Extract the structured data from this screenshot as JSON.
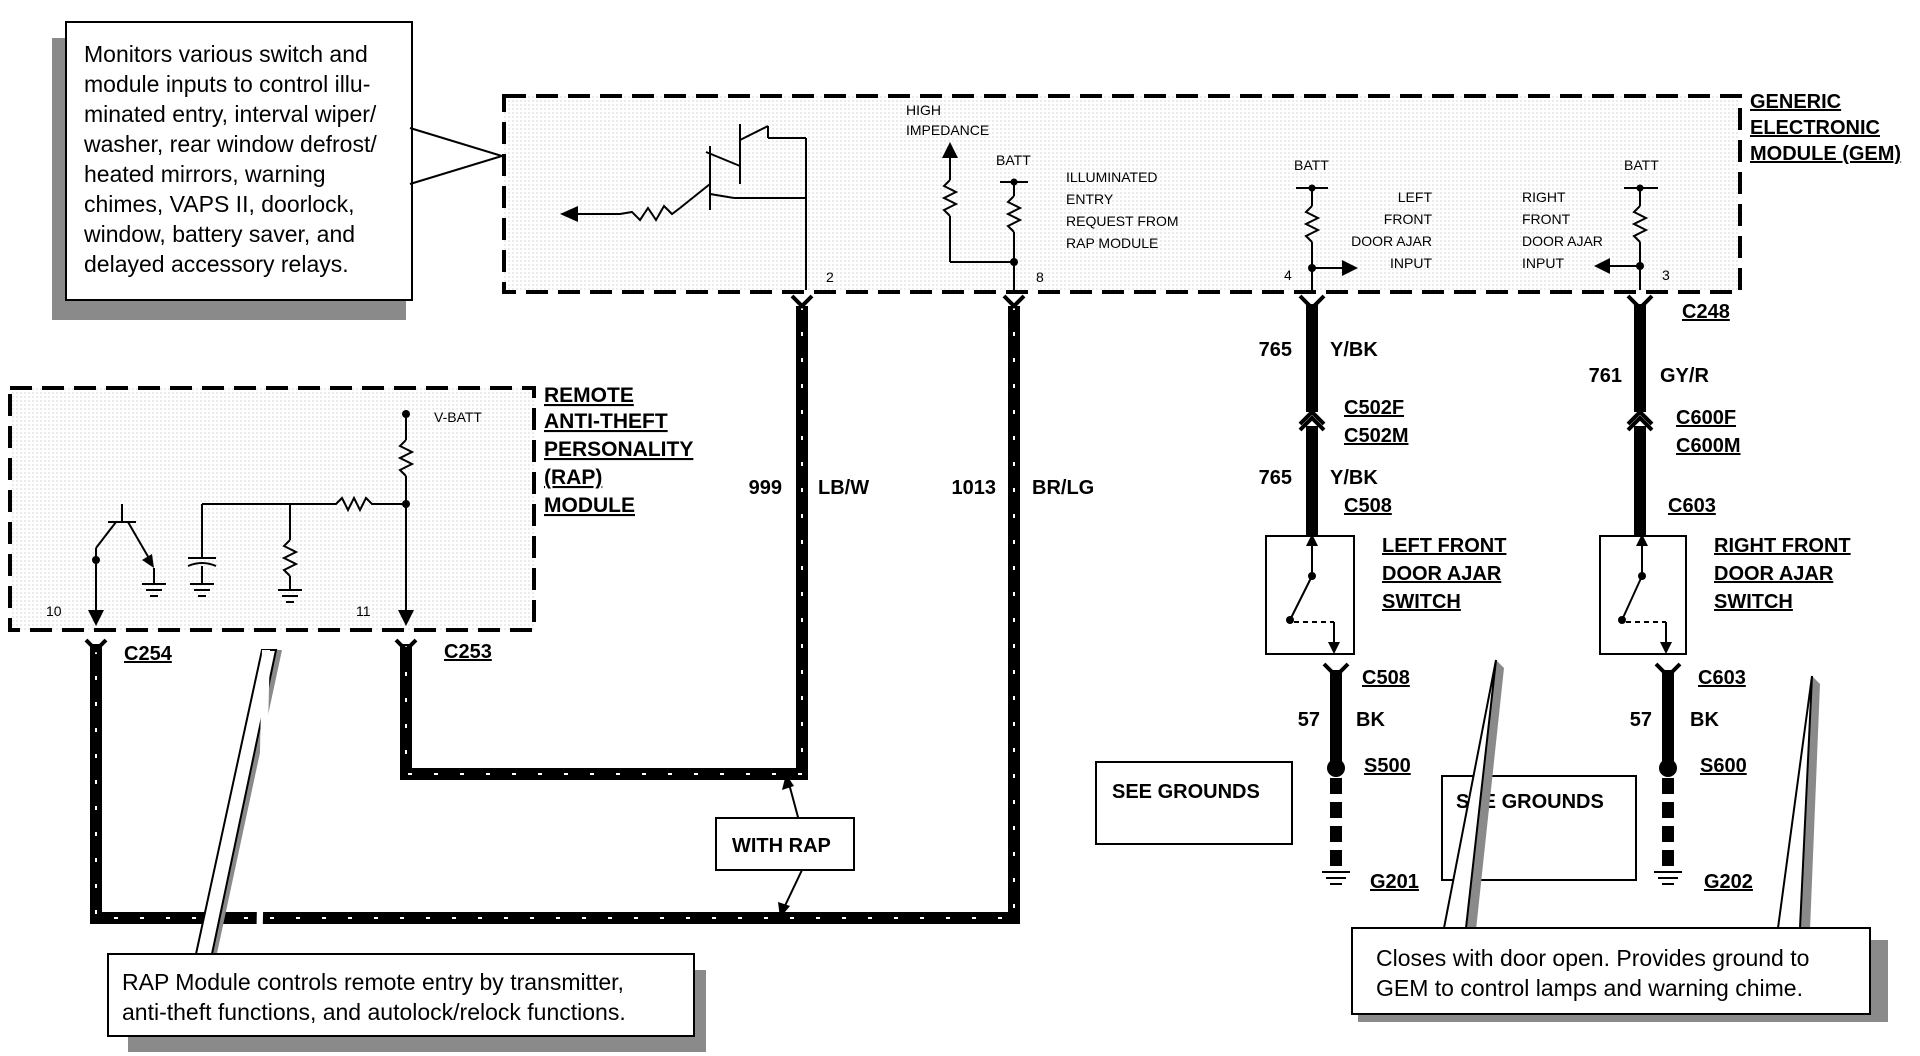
{
  "callouts": {
    "gem_description": [
      "Monitors various switch and",
      "module inputs to control illu-",
      "minated entry, interval wiper/",
      "washer, rear window defrost/",
      "heated mirrors, warning",
      "chimes, VAPS II, doorlock,",
      "window, battery saver, and",
      "delayed accessory relays."
    ],
    "rap_description": [
      "RAP Module controls remote entry by transmitter,",
      "anti-theft functions,  and autolock/relock functions."
    ],
    "door_switch_description": [
      "Closes with door open. Provides ground to",
      "GEM to control lamps and warning chime."
    ],
    "with_rap": "WITH RAP",
    "see_grounds_1": "SEE GROUNDS",
    "see_grounds_2": "SEE GROUNDS"
  },
  "gem": {
    "title": [
      "GENERIC",
      "ELECTRONIC",
      "MODULE (GEM)"
    ],
    "high_impedance": [
      "HIGH",
      "IMPEDANCE"
    ],
    "batt": "BATT",
    "illuminated_entry": [
      "ILLUMINATED",
      "ENTRY",
      "REQUEST FROM",
      "RAP MODULE"
    ],
    "left_front_input": [
      "LEFT",
      "FRONT",
      "DOOR AJAR",
      "INPUT"
    ],
    "right_front_input": [
      "RIGHT",
      "FRONT",
      "DOOR AJAR",
      "INPUT"
    ],
    "pins": [
      "2",
      "8",
      "4",
      "3"
    ]
  },
  "rap": {
    "title": [
      "REMOTE",
      "ANTI-THEFT",
      "PERSONALITY",
      "(RAP)",
      "MODULE"
    ],
    "vbatt": "V-BATT",
    "pins": [
      "10",
      "11"
    ]
  },
  "connectors": {
    "c254": "C254",
    "c253": "C253",
    "c248": "C248",
    "c502f": "C502F",
    "c502m": "C502M",
    "c508a": "C508",
    "c508b": "C508",
    "c600f": "C600F",
    "c600m": "C600M",
    "c603a": "C603",
    "c603b": "C603",
    "s500": "S500",
    "s600": "S600",
    "g201": "G201",
    "g202": "G202"
  },
  "wires": {
    "w999": {
      "circuit": "999",
      "color": "LB/W"
    },
    "w1013": {
      "circuit": "1013",
      "color": "BR/LG"
    },
    "w765a": {
      "circuit": "765",
      "color": "Y/BK"
    },
    "w765b": {
      "circuit": "765",
      "color": "Y/BK"
    },
    "w761": {
      "circuit": "761",
      "color": "GY/R"
    },
    "w57a": {
      "circuit": "57",
      "color": "BK"
    },
    "w57b": {
      "circuit": "57",
      "color": "BK"
    }
  },
  "switches": {
    "left": [
      "LEFT FRONT",
      "DOOR AJAR",
      "SWITCH"
    ],
    "right": [
      "RIGHT FRONT",
      "DOOR AJAR",
      "SWITCH"
    ]
  }
}
